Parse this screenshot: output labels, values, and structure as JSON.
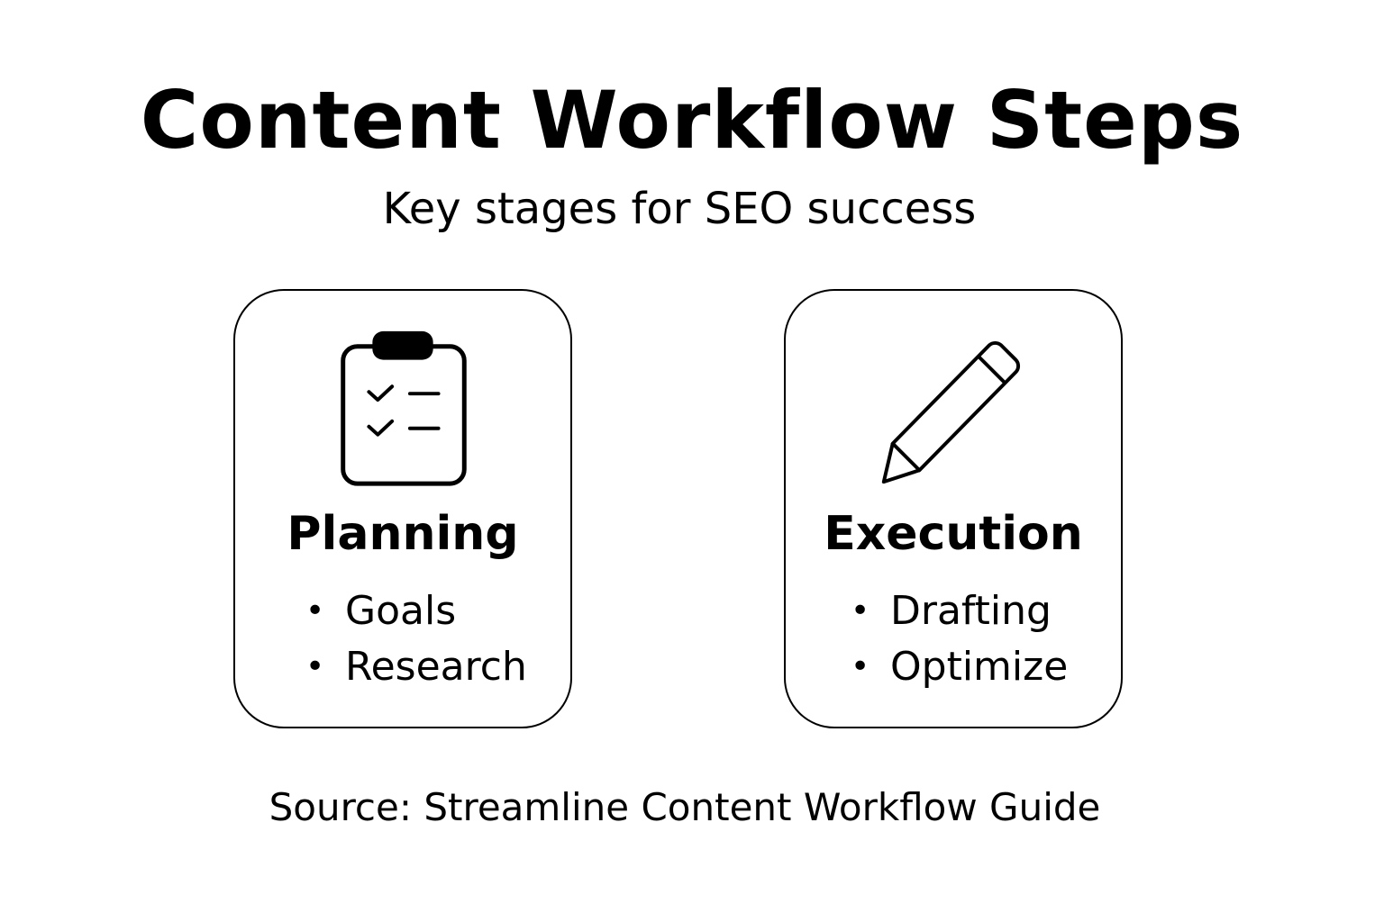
{
  "title": "Content Workflow Steps",
  "subtitle": "Key stages for SEO success",
  "cards": [
    {
      "title": "Planning",
      "icon": "clipboard-checklist-icon",
      "items": [
        "Goals",
        "Research"
      ]
    },
    {
      "title": "Execution",
      "icon": "pencil-icon",
      "items": [
        "Drafting",
        "Optimize"
      ]
    }
  ],
  "source": "Source: Streamline Content Workflow Guide"
}
